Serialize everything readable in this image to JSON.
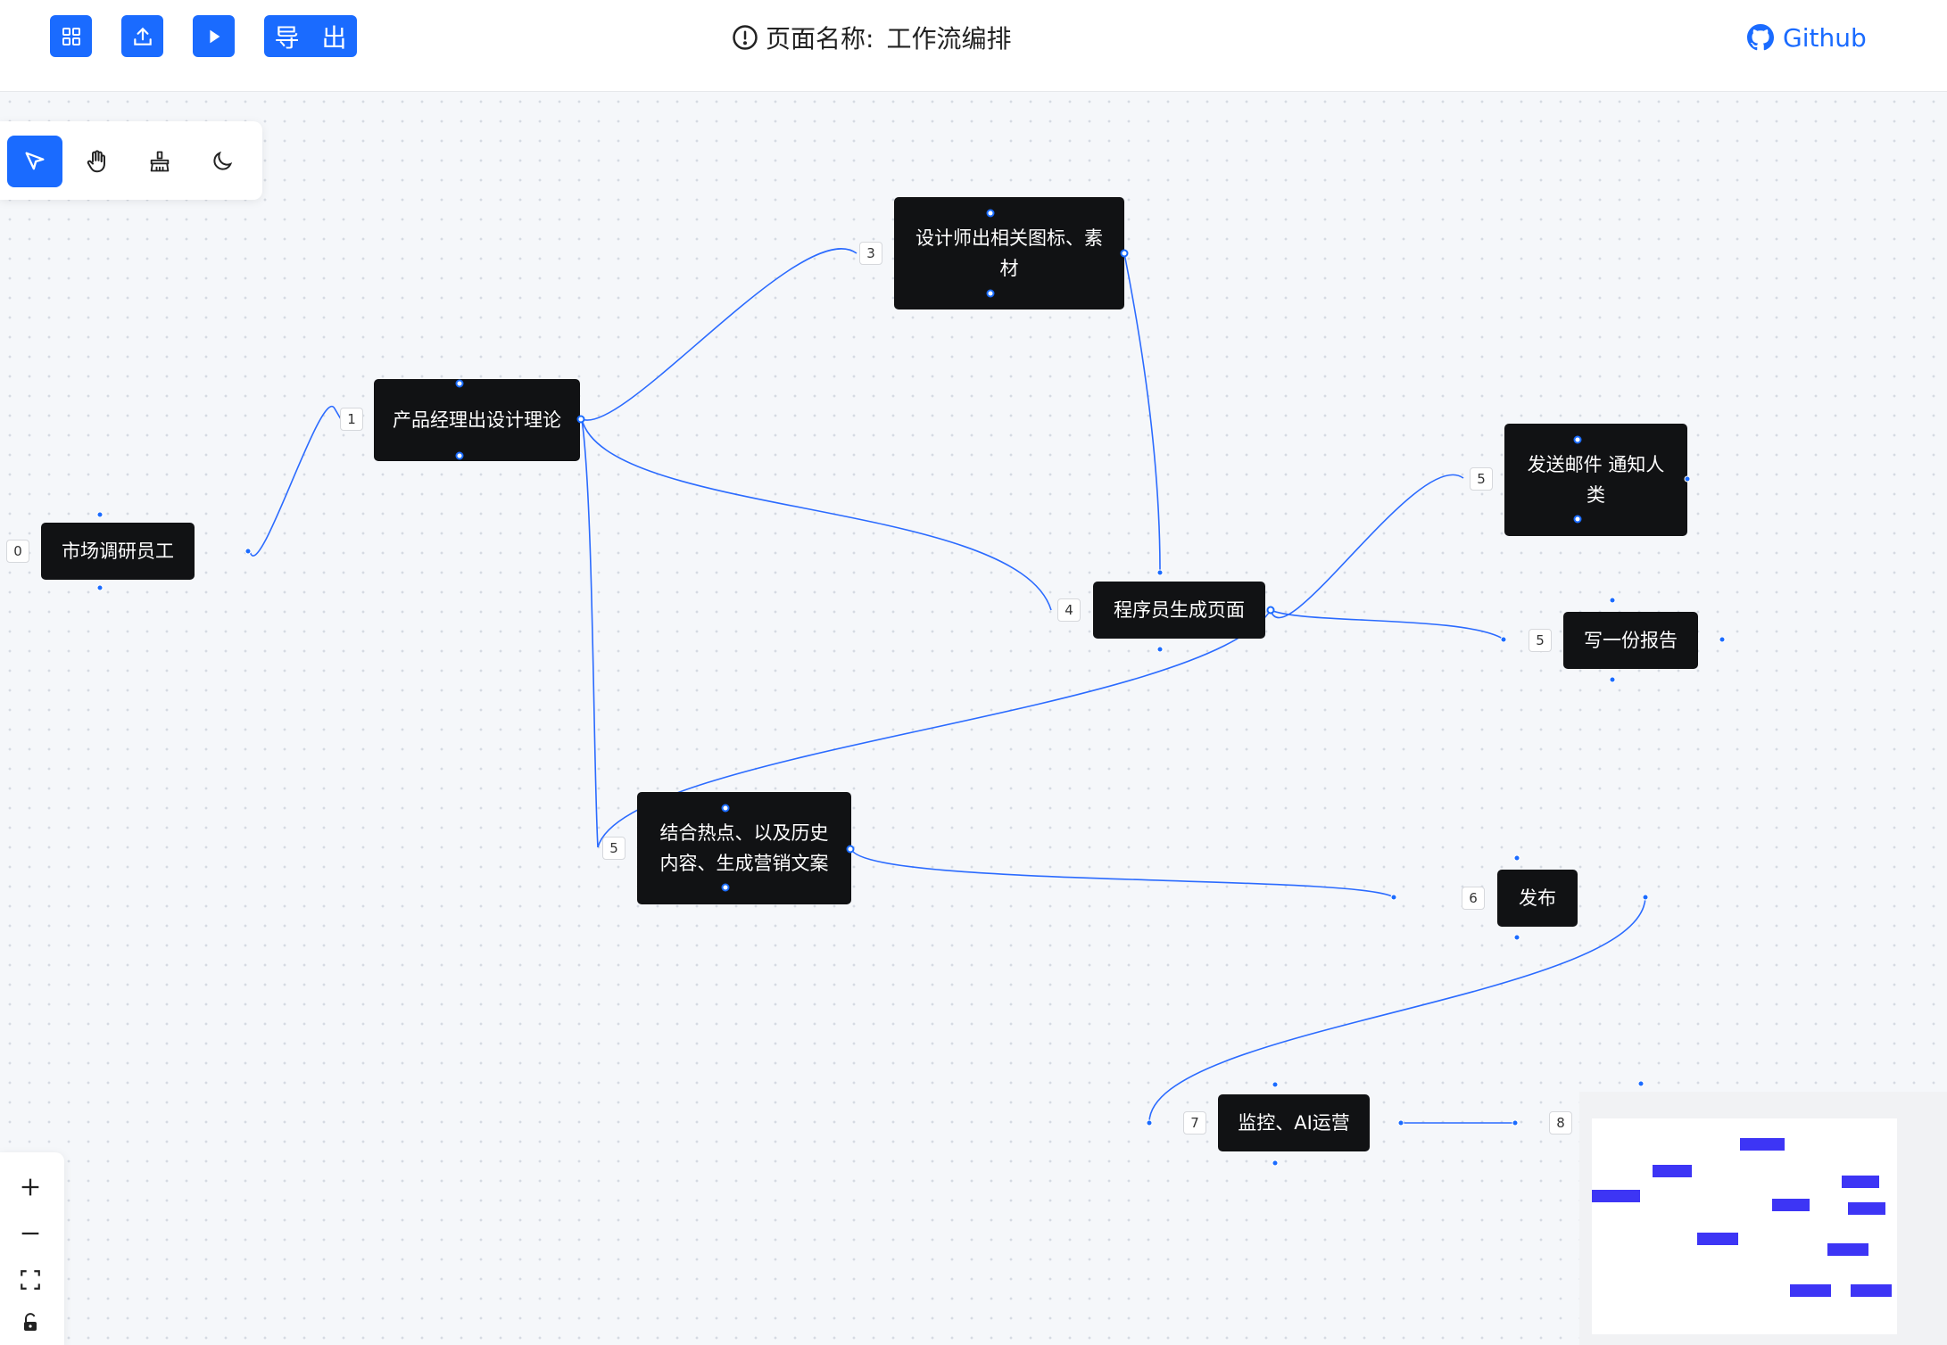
{
  "toolbar": {
    "export_label": "导 出",
    "page_title_label": "页面名称:",
    "page_name": "工作流编排",
    "github_label": "Github"
  },
  "tools": [
    {
      "icon": "pointer-icon",
      "active": true
    },
    {
      "icon": "hand-icon",
      "active": false
    },
    {
      "icon": "brush-icon",
      "active": false
    },
    {
      "icon": "moon-icon",
      "active": false
    }
  ],
  "zoom_controls": [
    "zoom-in-icon",
    "zoom-out-icon",
    "fit-view-icon",
    "lock-icon"
  ],
  "nodes": [
    {
      "id": "n0",
      "label": "市场调研员工",
      "step": "0"
    },
    {
      "id": "n1",
      "label": "产品经理出设计理论",
      "step": "1"
    },
    {
      "id": "n2",
      "label": "设计师出相关图标、素材",
      "step": "3"
    },
    {
      "id": "n3",
      "label": "程序员生成页面",
      "step": "4"
    },
    {
      "id": "n4",
      "label": "发送邮件 通知人类",
      "step": "5"
    },
    {
      "id": "n5",
      "label": "写一份报告",
      "step": "5"
    },
    {
      "id": "n6",
      "label": "结合热点、以及历史内容、生成营销文案",
      "step": "5"
    },
    {
      "id": "n7",
      "label": "发布",
      "step": "6"
    },
    {
      "id": "n8",
      "label": "监控、AI运营",
      "step": "7"
    },
    {
      "id": "n9",
      "label": "",
      "step": "8"
    }
  ],
  "colors": {
    "accent": "#1a6bff",
    "node_bg": "#111214",
    "edge": "#2b6bff",
    "minimap_node": "#3d35f5"
  }
}
